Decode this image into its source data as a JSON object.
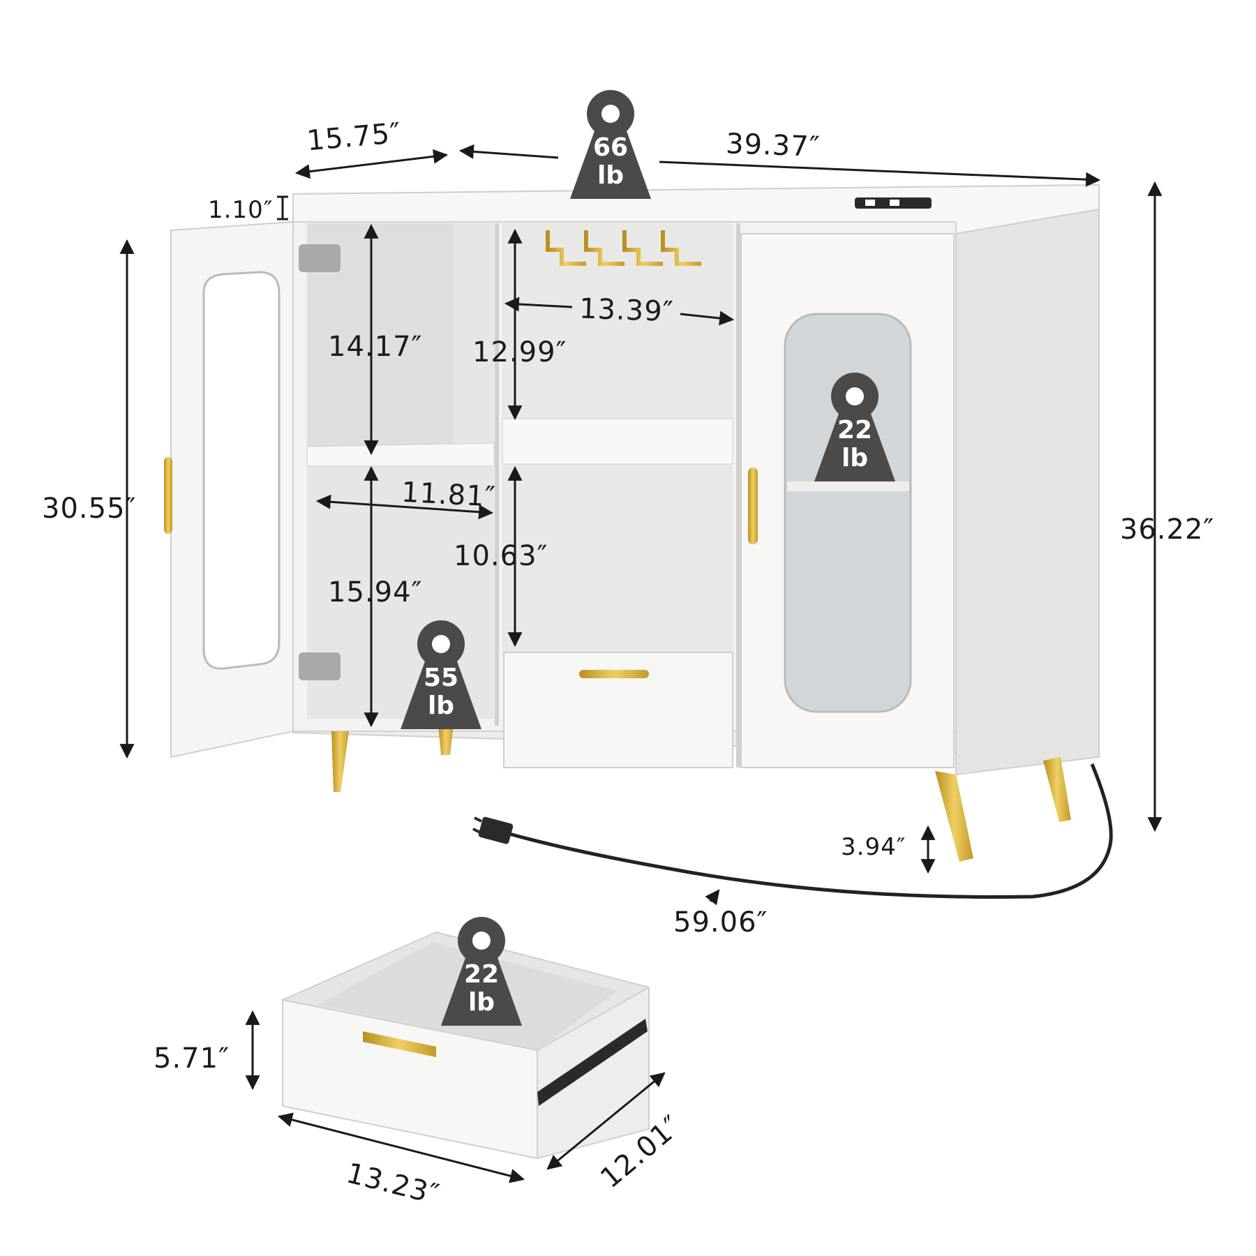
{
  "dimensions": {
    "depth": "15.75″",
    "width": "39.37″",
    "top_thickness": "1.10″",
    "door_height": "30.55″",
    "total_height": "36.22″",
    "left_upper_height": "14.17″",
    "left_shelf_width": "11.81″",
    "left_lower_height": "15.94″",
    "middle_upper_height": "12.99″",
    "middle_width": "13.39″",
    "middle_lower_height": "10.63″",
    "leg_height": "3.94″",
    "cord_length": "59.06″",
    "drawer_height": "5.71″",
    "drawer_width": "13.23″",
    "drawer_depth": "12.01″"
  },
  "weights": {
    "top": {
      "num": "66",
      "unit": "lb"
    },
    "right_shelf": {
      "num": "22",
      "unit": "lb"
    },
    "left_shelf": {
      "num": "55",
      "unit": "lb"
    },
    "drawer": {
      "num": "22",
      "unit": "lb"
    }
  },
  "icons": {
    "weight": "weight-icon",
    "plug": "power-plug-icon",
    "socket": "power-socket-icon",
    "hinge": "hinge-icon"
  },
  "colors": {
    "cabinet": "#f4f4f2",
    "interior": "#e8e8e6",
    "gold": "#d9b23a",
    "weight_badge": "#4a4a4a",
    "text": "#1a1a1a"
  }
}
